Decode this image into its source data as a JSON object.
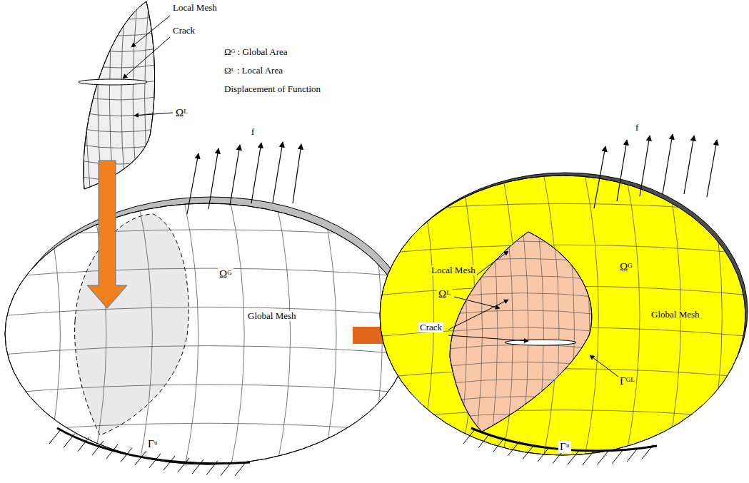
{
  "diagram": {
    "labels": [
      "Local Mesh",
      "Crack",
      "Ωᴳ : Global Area",
      "Ωᴸ : Local Area",
      "Displacement of Function",
      "Ωᴸ",
      "f",
      "Ωᴳ",
      "Global Mesh",
      "Γᵘ",
      "Local Mesh",
      "Ωᴸ",
      "Crack",
      "Ωᴳ",
      "Global Mesh",
      "Γᴳᴸ",
      "Γᵘ",
      "f"
    ]
  }
}
